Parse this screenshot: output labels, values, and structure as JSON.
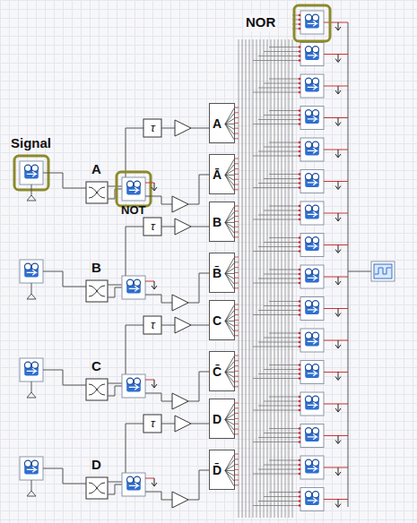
{
  "diagram": {
    "nodes": [
      {
        "text": [
          "A"
        ]
      },
      {
        "text": [
          "Ā"
        ]
      },
      {
        "text": [
          "B"
        ]
      },
      {
        "text": [
          "B̄"
        ]
      },
      {
        "text": [
          "C"
        ]
      },
      {
        "text": [
          "C̄"
        ]
      },
      {
        "text": [
          "D"
        ]
      },
      {
        "text": [
          "D̄"
        ]
      }
    ],
    "labels": [
      "Signal",
      "A",
      "NOT",
      "B",
      "C",
      "D",
      "NOR",
      "τ",
      "τ",
      "τ",
      "τ"
    ]
  }
}
